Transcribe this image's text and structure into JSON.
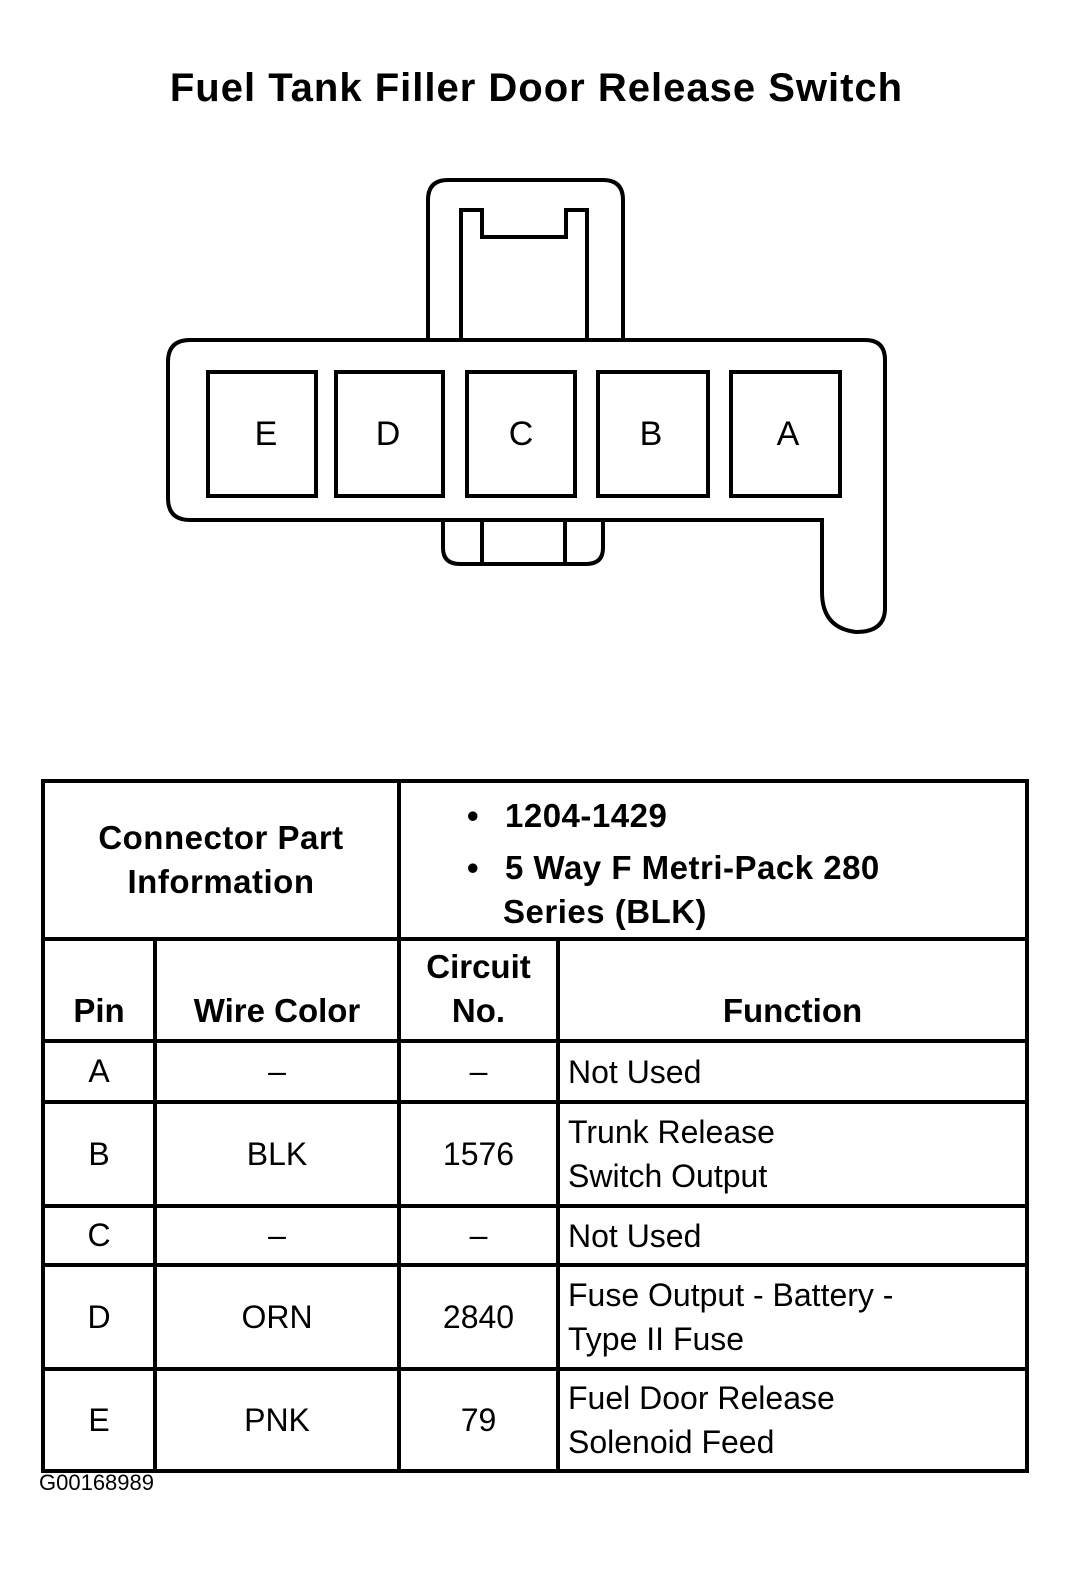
{
  "title": "Fuel Tank Filler Door Release Switch",
  "connector": {
    "pins": [
      "E",
      "D",
      "C",
      "B",
      "A"
    ]
  },
  "part_info": {
    "label_line1": "Connector Part",
    "label_line2": "Information",
    "bullets": [
      "1204-1429",
      "5 Way F Metri-Pack 280",
      "Series (BLK)"
    ]
  },
  "table": {
    "headers": {
      "pin": "Pin",
      "wire_color": "Wire Color",
      "circuit_line1": "Circuit",
      "circuit_line2": "No.",
      "function": "Function"
    },
    "rows": [
      {
        "pin": "A",
        "wire": "–",
        "circuit": "–",
        "function_line1": "Not Used",
        "function_line2": ""
      },
      {
        "pin": "B",
        "wire": "BLK",
        "circuit": "1576",
        "function_line1": "Trunk Release",
        "function_line2": "Switch Output"
      },
      {
        "pin": "C",
        "wire": "–",
        "circuit": "–",
        "function_line1": "Not Used",
        "function_line2": ""
      },
      {
        "pin": "D",
        "wire": "ORN",
        "circuit": "2840",
        "function_line1": "Fuse Output - Battery -",
        "function_line2": "Type II Fuse"
      },
      {
        "pin": "E",
        "wire": "PNK",
        "circuit": "79",
        "function_line1": "Fuel Door Release",
        "function_line2": "Solenoid Feed"
      }
    ]
  },
  "figure_id": "G00168989"
}
